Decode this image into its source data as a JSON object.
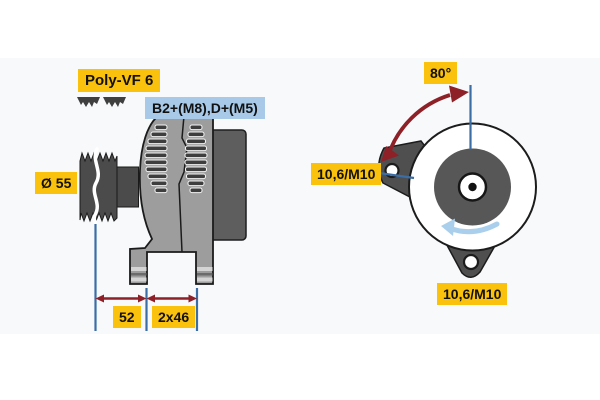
{
  "page": {
    "background": "#ffffff",
    "band_background": "#f7f9fb",
    "description": "Bosch-style alternator technical diagram with side view and rear view"
  },
  "colors": {
    "label_yellow": "#FAC10D",
    "label_blue": "#A8CAE8",
    "dimension_blue": "#3B6EA5",
    "arrow_dark_red": "#8E2127",
    "rotation_arrow_blue": "#A9CFEC",
    "text": "#111111"
  },
  "icons": {
    "belt_profile": "poly-v-belt-section",
    "rotation_direction": "counterclockwise-arrow",
    "angle_arc": "double-headed-arc-arrow"
  },
  "side_view": {
    "belt_label": "Poly-VF 6",
    "terminals_label": "B2+(M8),D+(M5)",
    "pulley_diameter_label": "Ø 55",
    "dim_front": "52",
    "dim_feet": "2x46"
  },
  "rear_view": {
    "angle_label": "80°",
    "mount_left_label": "10,6/M10",
    "mount_bottom_label": "10,6/M10"
  }
}
